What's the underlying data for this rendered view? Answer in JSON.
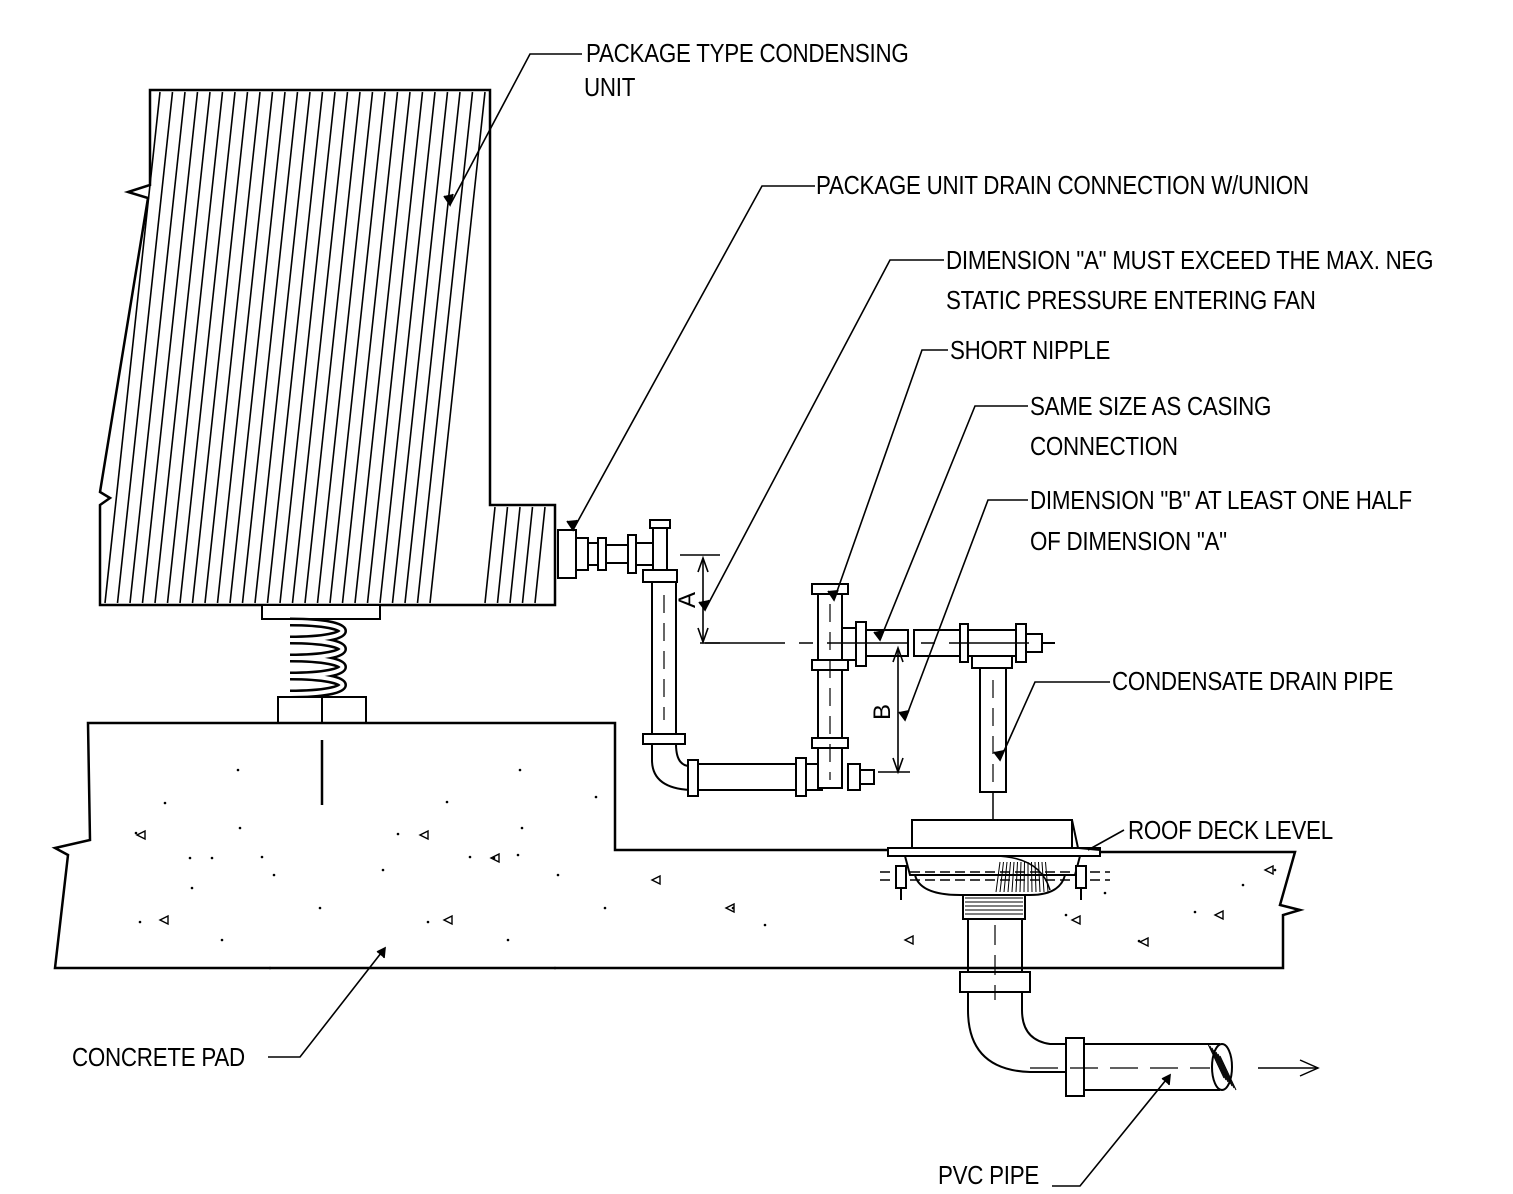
{
  "labels": {
    "condensing_unit_line1": "PACKAGE TYPE CONDENSING",
    "condensing_unit_line2": "UNIT",
    "drain_connection": "PACKAGE UNIT DRAIN CONNECTION W/UNION",
    "dimension_a_line1": "DIMENSION \"A\" MUST EXCEED THE MAX. NEG",
    "dimension_a_line2": "STATIC PRESSURE ENTERING FAN",
    "short_nipple": "SHORT NIPPLE",
    "same_size_line1": "SAME SIZE AS CASING",
    "same_size_line2": "CONNECTION",
    "dimension_b_line1": "DIMENSION \"B\" AT LEAST ONE HALF",
    "dimension_b_line2": "OF DIMENSION \"A\"",
    "condensate_drain_pipe": "CONDENSATE DRAIN PIPE",
    "roof_deck_level": "ROOF DECK LEVEL",
    "concrete_pad": "CONCRETE PAD",
    "pvc_pipe": "PVC PIPE"
  },
  "dimensions": {
    "a": "A",
    "b": "B"
  },
  "colors": {
    "line": "#000000",
    "background": "#ffffff"
  }
}
